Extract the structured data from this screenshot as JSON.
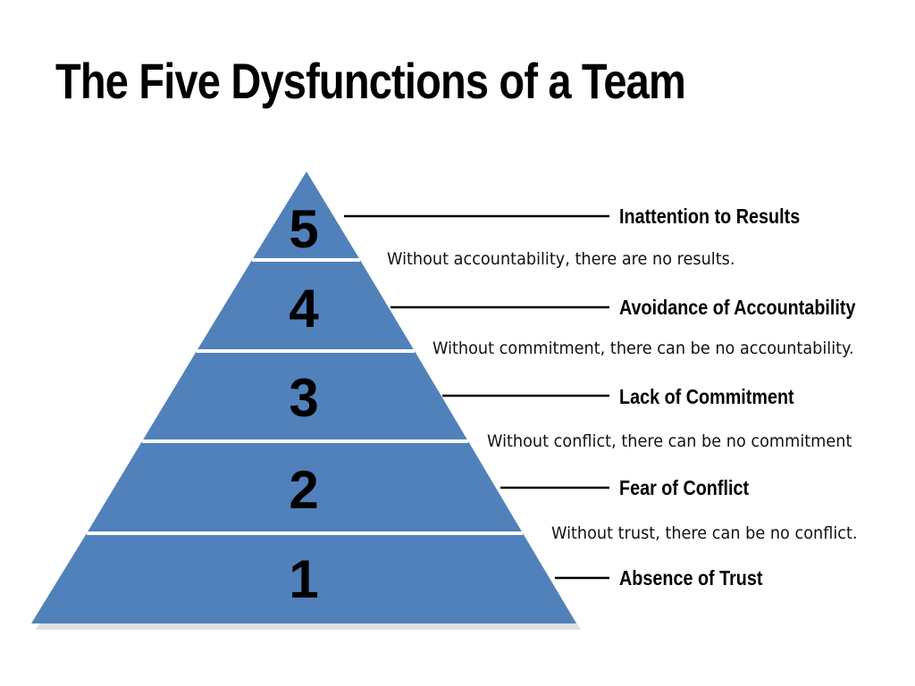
{
  "title": "The Five Dysfunctions of a Team",
  "colors": {
    "tier_fill": "#5181bb",
    "tier_separator": "#ffffff",
    "text": "#000000",
    "background": "#ffffff"
  },
  "levels": [
    {
      "number": "5",
      "label": "Inattention to Results"
    },
    {
      "number": "4",
      "label": "Avoidance of Accountability"
    },
    {
      "number": "3",
      "label": "Lack of Commitment"
    },
    {
      "number": "2",
      "label": "Fear of Conflict"
    },
    {
      "number": "1",
      "label": "Absence of Trust"
    }
  ],
  "captions": [
    "Without accountability, there are no results.",
    "Without commitment, there can be no accountability.",
    "Without conflict, there can be no commitment",
    "Without trust, there can be no conflict."
  ]
}
